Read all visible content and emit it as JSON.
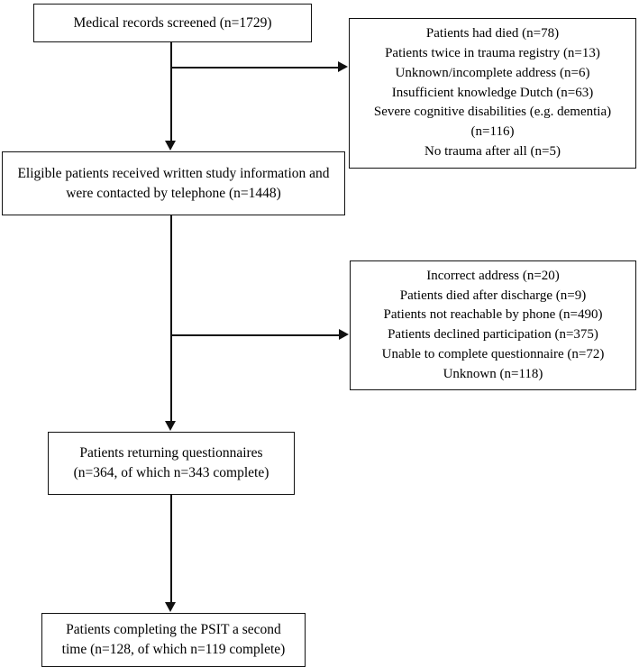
{
  "chart_data": {
    "type": "diagram",
    "diagram_kind": "participant-flow-flowchart",
    "title": "",
    "nodes": [
      {
        "id": "screened",
        "role": "main",
        "lines": [
          "Medical records screened (n=1729)"
        ],
        "n": 1729
      },
      {
        "id": "excluded-1",
        "role": "exclusion",
        "lines": [
          "Patients had died (n=78)",
          "Patients twice in trauma registry (n=13)",
          "Unknown/incomplete address (n=6)",
          "Insufficient knowledge Dutch (n=63)",
          "Severe cognitive disabilities (e.g. dementia)",
          "(n=116)",
          "No trauma after all (n=5)"
        ],
        "items": [
          {
            "label": "Patients had died",
            "n": 78
          },
          {
            "label": "Patients twice in trauma registry",
            "n": 13
          },
          {
            "label": "Unknown/incomplete address",
            "n": 6
          },
          {
            "label": "Insufficient knowledge Dutch",
            "n": 63
          },
          {
            "label": "Severe cognitive disabilities (e.g. dementia)",
            "n": 116
          },
          {
            "label": "No trauma after all",
            "n": 5
          }
        ]
      },
      {
        "id": "eligible",
        "role": "main",
        "lines": [
          "Eligible patients received written study information and",
          "were contacted by telephone (n=1448)"
        ],
        "n": 1448
      },
      {
        "id": "excluded-2",
        "role": "exclusion",
        "lines": [
          "Incorrect address (n=20)",
          "Patients died after discharge (n=9)",
          "Patients not reachable by phone (n=490)",
          "Patients declined participation (n=375)",
          "Unable to complete questionnaire (n=72)",
          "Unknown (n=118)"
        ],
        "items": [
          {
            "label": "Incorrect address",
            "n": 20
          },
          {
            "label": "Patients died after discharge",
            "n": 9
          },
          {
            "label": "Patients not reachable by phone",
            "n": 490
          },
          {
            "label": "Patients declined participation",
            "n": 375
          },
          {
            "label": "Unable to complete questionnaire",
            "n": 72
          },
          {
            "label": "Unknown",
            "n": 118
          }
        ]
      },
      {
        "id": "returning",
        "role": "main",
        "lines": [
          "Patients returning questionnaires",
          "(n=364, of which n=343 complete)"
        ],
        "n": 364,
        "n_complete": 343
      },
      {
        "id": "psit-second",
        "role": "main",
        "lines": [
          "Patients completing the PSIT a second",
          "time (n=128, of which n=119 complete)"
        ],
        "n": 128,
        "n_complete": 119
      }
    ],
    "edges": [
      {
        "from": "screened",
        "to": "eligible",
        "direction": "down"
      },
      {
        "from": "screened",
        "to": "excluded-1",
        "direction": "right"
      },
      {
        "from": "eligible",
        "to": "returning",
        "direction": "down"
      },
      {
        "from": "eligible",
        "to": "excluded-2",
        "direction": "right"
      },
      {
        "from": "returning",
        "to": "psit-second",
        "direction": "down"
      }
    ],
    "colors": {
      "background": "#ffffff",
      "box_border": "#111111",
      "box_fill": "#ffffff",
      "text": "#000000",
      "connector": "#111111"
    }
  }
}
